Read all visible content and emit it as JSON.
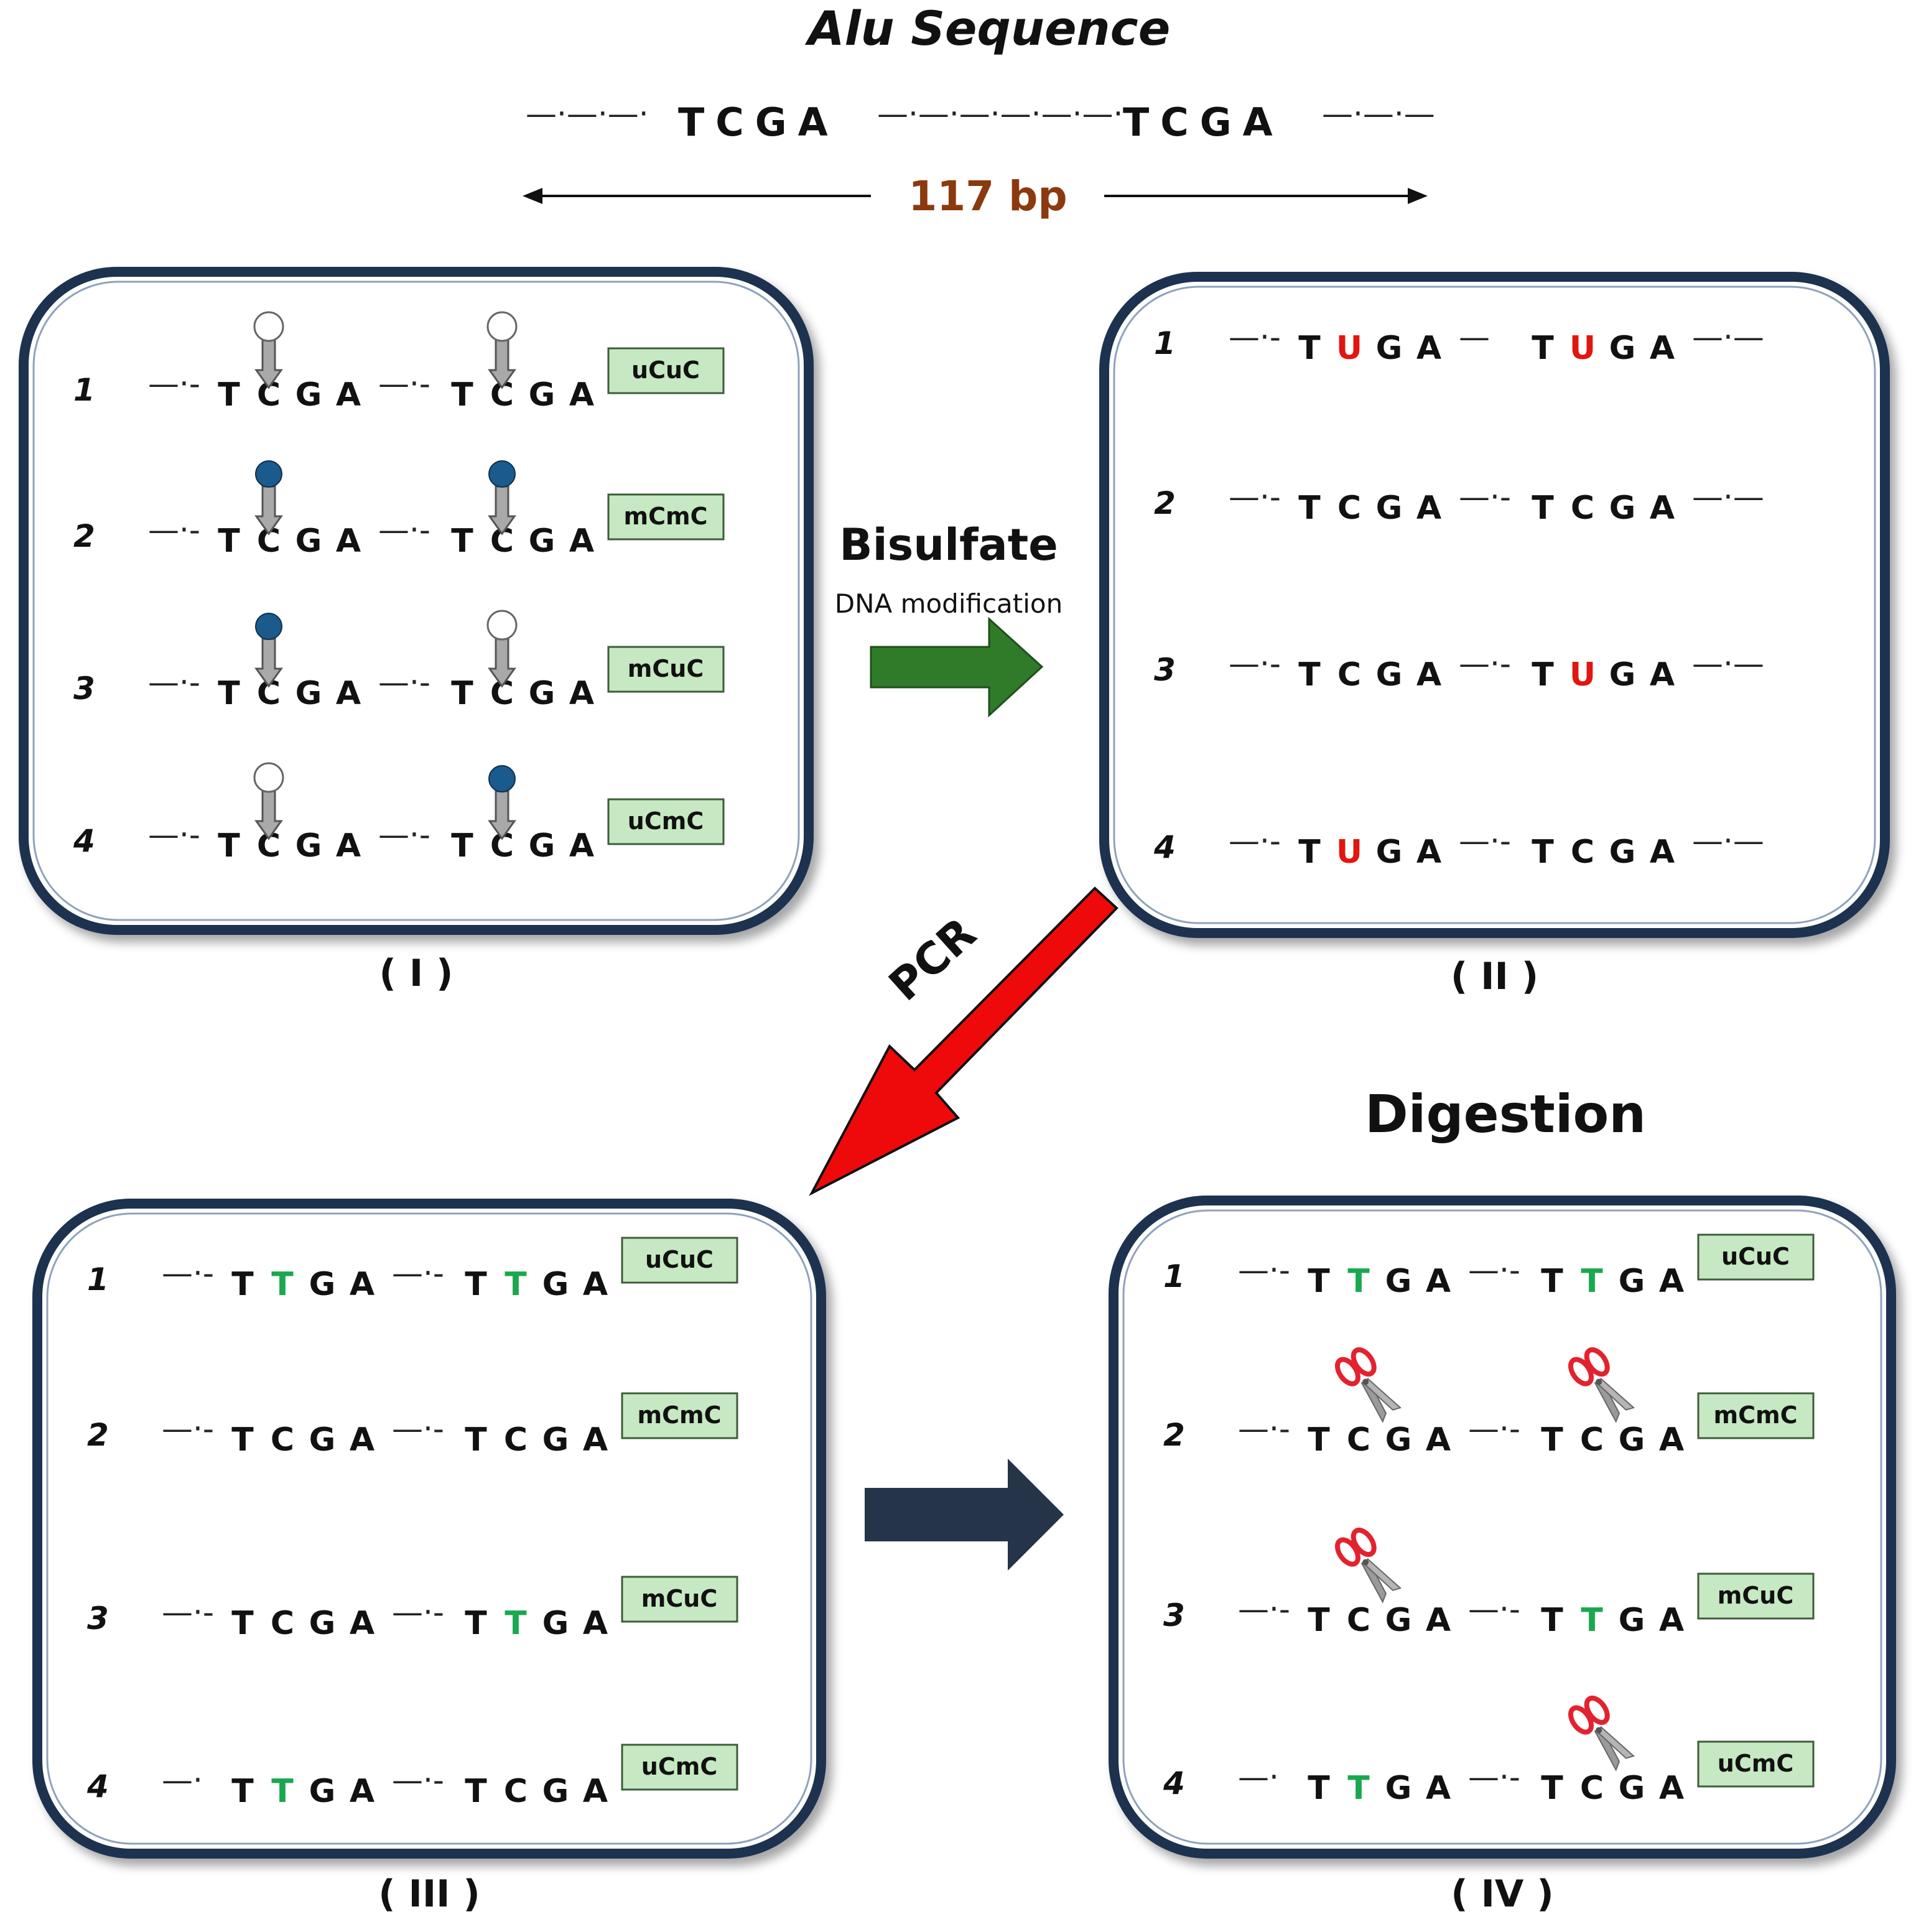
{
  "header": {
    "title": "Alu Sequence",
    "left_dash": "—·—·—·",
    "seq1": "TCGA",
    "mid_dash": "—·—·—·—·—·—·",
    "seq2": "TCGA",
    "right_dash": "—·—·—",
    "length_label": "117 bp"
  },
  "colors": {
    "frame": "#1b3050",
    "tag_fill": "#c6e8c2",
    "tag_stroke": "#3e5d3a",
    "uracil": "#e3150f",
    "thymine": "#1aa84f",
    "methyl": "#1b5a8c",
    "bisulfate_arrow": "#2f7b2a",
    "pcr_arrow": "#ee0a0a",
    "digest_arrow": "#26344a"
  },
  "steps": {
    "bisulfate": "Bisulfate",
    "bisulfate_sub": "DNA modification",
    "pcr": "PCR",
    "digestion": "Digestion"
  },
  "panels": [
    {
      "label": "( I )",
      "rows": [
        {
          "num": "1",
          "tag": "uCuC",
          "pre": "—·-",
          "mid": "—·-",
          "post": "—·—",
          "s1": [
            "T",
            "C",
            "G",
            "A"
          ],
          "s2": [
            "T",
            "C",
            "G",
            "A"
          ],
          "c1": [
            "k",
            "k",
            "k",
            "k"
          ],
          "c2": [
            "k",
            "k",
            "k",
            "k"
          ],
          "pins": [
            "open",
            "open"
          ]
        },
        {
          "num": "2",
          "tag": "mCmC",
          "pre": "—·-",
          "mid": "—·-",
          "post": "—·—",
          "s1": [
            "T",
            "C",
            "G",
            "A"
          ],
          "s2": [
            "T",
            "C",
            "G",
            "A"
          ],
          "c1": [
            "k",
            "k",
            "k",
            "k"
          ],
          "c2": [
            "k",
            "k",
            "k",
            "k"
          ],
          "pins": [
            "filled",
            "filled"
          ]
        },
        {
          "num": "3",
          "tag": "mCuC",
          "pre": "—·-",
          "mid": "—·-",
          "post": "—·—",
          "s1": [
            "T",
            "C",
            "G",
            "A"
          ],
          "s2": [
            "T",
            "C",
            "G",
            "A"
          ],
          "c1": [
            "k",
            "k",
            "k",
            "k"
          ],
          "c2": [
            "k",
            "k",
            "k",
            "k"
          ],
          "pins": [
            "filled",
            "open"
          ]
        },
        {
          "num": "4",
          "tag": "uCmC",
          "pre": "—·-",
          "mid": "—·-",
          "post": "—·—",
          "s1": [
            "T",
            "C",
            "G",
            "A"
          ],
          "s2": [
            "T",
            "C",
            "G",
            "A"
          ],
          "c1": [
            "k",
            "k",
            "k",
            "k"
          ],
          "c2": [
            "k",
            "k",
            "k",
            "k"
          ],
          "pins": [
            "open",
            "filled"
          ]
        }
      ]
    },
    {
      "label": "( II )",
      "rows": [
        {
          "num": "1",
          "tag": "",
          "pre": "—·-",
          "mid": "—",
          "post": "—·—",
          "s1": [
            "T",
            "U",
            "G",
            "A"
          ],
          "s2": [
            "T",
            "U",
            "G",
            "A"
          ],
          "c1": [
            "k",
            "r",
            "k",
            "k"
          ],
          "c2": [
            "k",
            "r",
            "k",
            "k"
          ]
        },
        {
          "num": "2",
          "tag": "",
          "pre": "—·-",
          "mid": "—·-",
          "post": "—·—",
          "s1": [
            "T",
            "C",
            "G",
            "A"
          ],
          "s2": [
            "T",
            "C",
            "G",
            "A"
          ],
          "c1": [
            "k",
            "k",
            "k",
            "k"
          ],
          "c2": [
            "k",
            "k",
            "k",
            "k"
          ]
        },
        {
          "num": "3",
          "tag": "",
          "pre": "—·-",
          "mid": "—·-",
          "post": "—·—",
          "s1": [
            "T",
            "C",
            "G",
            "A"
          ],
          "s2": [
            "T",
            "U",
            "G",
            "A"
          ],
          "c1": [
            "k",
            "k",
            "k",
            "k"
          ],
          "c2": [
            "k",
            "r",
            "k",
            "k"
          ]
        },
        {
          "num": "4",
          "tag": "",
          "pre": "—·-",
          "mid": "—·-",
          "post": "—·—",
          "s1": [
            "T",
            "U",
            "G",
            "A"
          ],
          "s2": [
            "T",
            "C",
            "G",
            "A"
          ],
          "c1": [
            "k",
            "r",
            "k",
            "k"
          ],
          "c2": [
            "k",
            "k",
            "k",
            "k"
          ]
        }
      ]
    },
    {
      "label": "( III )",
      "rows": [
        {
          "num": "1",
          "tag": "uCuC",
          "pre": "—·-",
          "mid": "—·-",
          "post": "—·—",
          "s1": [
            "T",
            "T",
            "G",
            "A"
          ],
          "s2": [
            "T",
            "T",
            "G",
            "A"
          ],
          "c1": [
            "k",
            "g",
            "k",
            "k"
          ],
          "c2": [
            "k",
            "g",
            "k",
            "k"
          ]
        },
        {
          "num": "2",
          "tag": "mCmC",
          "pre": "—·-",
          "mid": "—·-",
          "post": "—·—",
          "s1": [
            "T",
            "C",
            "G",
            "A"
          ],
          "s2": [
            "T",
            "C",
            "G",
            "A"
          ],
          "c1": [
            "k",
            "k",
            "k",
            "k"
          ],
          "c2": [
            "k",
            "k",
            "k",
            "k"
          ]
        },
        {
          "num": "3",
          "tag": "mCuC",
          "pre": "—·-",
          "mid": "—·-",
          "post": "—·—",
          "s1": [
            "T",
            "C",
            "G",
            "A"
          ],
          "s2": [
            "T",
            "T",
            "G",
            "A"
          ],
          "c1": [
            "k",
            "k",
            "k",
            "k"
          ],
          "c2": [
            "k",
            "g",
            "k",
            "k"
          ]
        },
        {
          "num": "4",
          "tag": "uCmC",
          "pre": "—·",
          "mid": "—·-",
          "post": "—·—",
          "s1": [
            "T",
            "T",
            "G",
            "A"
          ],
          "s2": [
            "T",
            "C",
            "G",
            "A"
          ],
          "c1": [
            "k",
            "g",
            "k",
            "k"
          ],
          "c2": [
            "k",
            "k",
            "k",
            "k"
          ]
        }
      ]
    },
    {
      "label": "( IV )",
      "rows": [
        {
          "num": "1",
          "tag": "uCuC",
          "pre": "—·-",
          "mid": "—·-",
          "post": "—·—",
          "s1": [
            "T",
            "T",
            "G",
            "A"
          ],
          "s2": [
            "T",
            "T",
            "G",
            "A"
          ],
          "c1": [
            "k",
            "g",
            "k",
            "k"
          ],
          "c2": [
            "k",
            "g",
            "k",
            "k"
          ],
          "cuts": [
            false,
            false
          ]
        },
        {
          "num": "2",
          "tag": "mCmC",
          "pre": "—·-",
          "mid": "—·-",
          "post": "—·—",
          "s1": [
            "T",
            "C",
            "G",
            "A"
          ],
          "s2": [
            "T",
            "C",
            "G",
            "A"
          ],
          "c1": [
            "k",
            "k",
            "k",
            "k"
          ],
          "c2": [
            "k",
            "k",
            "k",
            "k"
          ],
          "cuts": [
            true,
            true
          ]
        },
        {
          "num": "3",
          "tag": "mCuC",
          "pre": "—·-",
          "mid": "—·-",
          "post": "—·—",
          "s1": [
            "T",
            "C",
            "G",
            "A"
          ],
          "s2": [
            "T",
            "T",
            "G",
            "A"
          ],
          "c1": [
            "k",
            "k",
            "k",
            "k"
          ],
          "c2": [
            "k",
            "g",
            "k",
            "k"
          ],
          "cuts": [
            true,
            false
          ]
        },
        {
          "num": "4",
          "tag": "uCmC",
          "pre": "—·",
          "mid": "—·-",
          "post": "—·—",
          "s1": [
            "T",
            "T",
            "G",
            "A"
          ],
          "s2": [
            "T",
            "C",
            "G",
            "A"
          ],
          "c1": [
            "k",
            "g",
            "k",
            "k"
          ],
          "c2": [
            "k",
            "k",
            "k",
            "k"
          ],
          "cuts": [
            false,
            true
          ]
        }
      ]
    }
  ]
}
